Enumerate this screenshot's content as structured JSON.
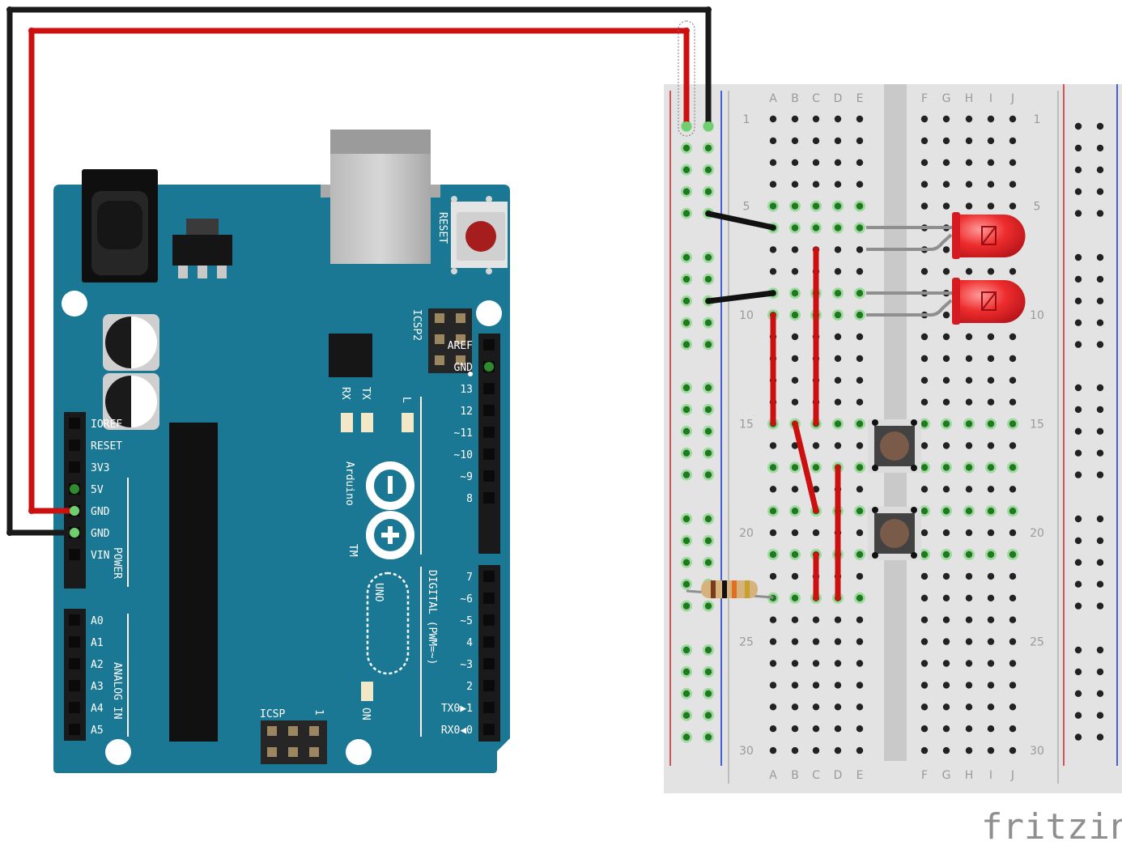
{
  "watermark": "fritzing",
  "arduino": {
    "brand": "Arduino",
    "trademark": "TM",
    "model": "UNO",
    "reset_label": "RESET",
    "icsp2_label": "ICSP2",
    "icsp_label": "ICSP",
    "icsp_pin1": "1",
    "on_label": "ON",
    "rx_label": "RX",
    "tx_label": "TX",
    "l_label": "L",
    "power_title": "POWER",
    "analog_title": "ANALOG IN",
    "digital_title": "DIGITAL (PWM=~)",
    "power_pins": [
      "IOREF",
      "RESET",
      "3V3",
      "5V",
      "GND",
      "GND",
      "VIN"
    ],
    "analog_pins": [
      "A0",
      "A1",
      "A2",
      "A3",
      "A4",
      "A5"
    ],
    "digital_top_pins": [
      "AREF",
      "GND",
      "13",
      "12",
      "~11",
      "~10",
      "~9",
      "8"
    ],
    "digital_bottom_pins": [
      "7",
      "~6",
      "~5",
      "4",
      "~3",
      "2",
      "TX0▶1",
      "RX0◀0"
    ]
  },
  "breadboard": {
    "columns_left": [
      "A",
      "B",
      "C",
      "D",
      "E"
    ],
    "columns_right": [
      "F",
      "G",
      "H",
      "I",
      "J"
    ],
    "row_numbers": [
      "1",
      "5",
      "10",
      "15",
      "20",
      "25",
      "30"
    ]
  },
  "colors": {
    "board": "#1b7895",
    "wire_red": "#cc1010",
    "wire_black": "#1a1a1a",
    "led": "#e8202a",
    "breadboard": "#e3e3e3",
    "rail_red": "#d32f2f",
    "rail_blue": "#1e3fd6"
  },
  "components": {
    "wires": [
      "5v-wire",
      "gnd-wire",
      "jumper-black-1",
      "jumper-black-2",
      "jumper-red-1",
      "jumper-red-2",
      "jumper-red-3",
      "jumper-red-4",
      "jumper-red-5",
      "jumper-red-6"
    ],
    "leds": [
      "led-1",
      "led-2"
    ],
    "buttons": [
      "pushbutton-1",
      "pushbutton-2"
    ],
    "resistor": "resistor"
  }
}
